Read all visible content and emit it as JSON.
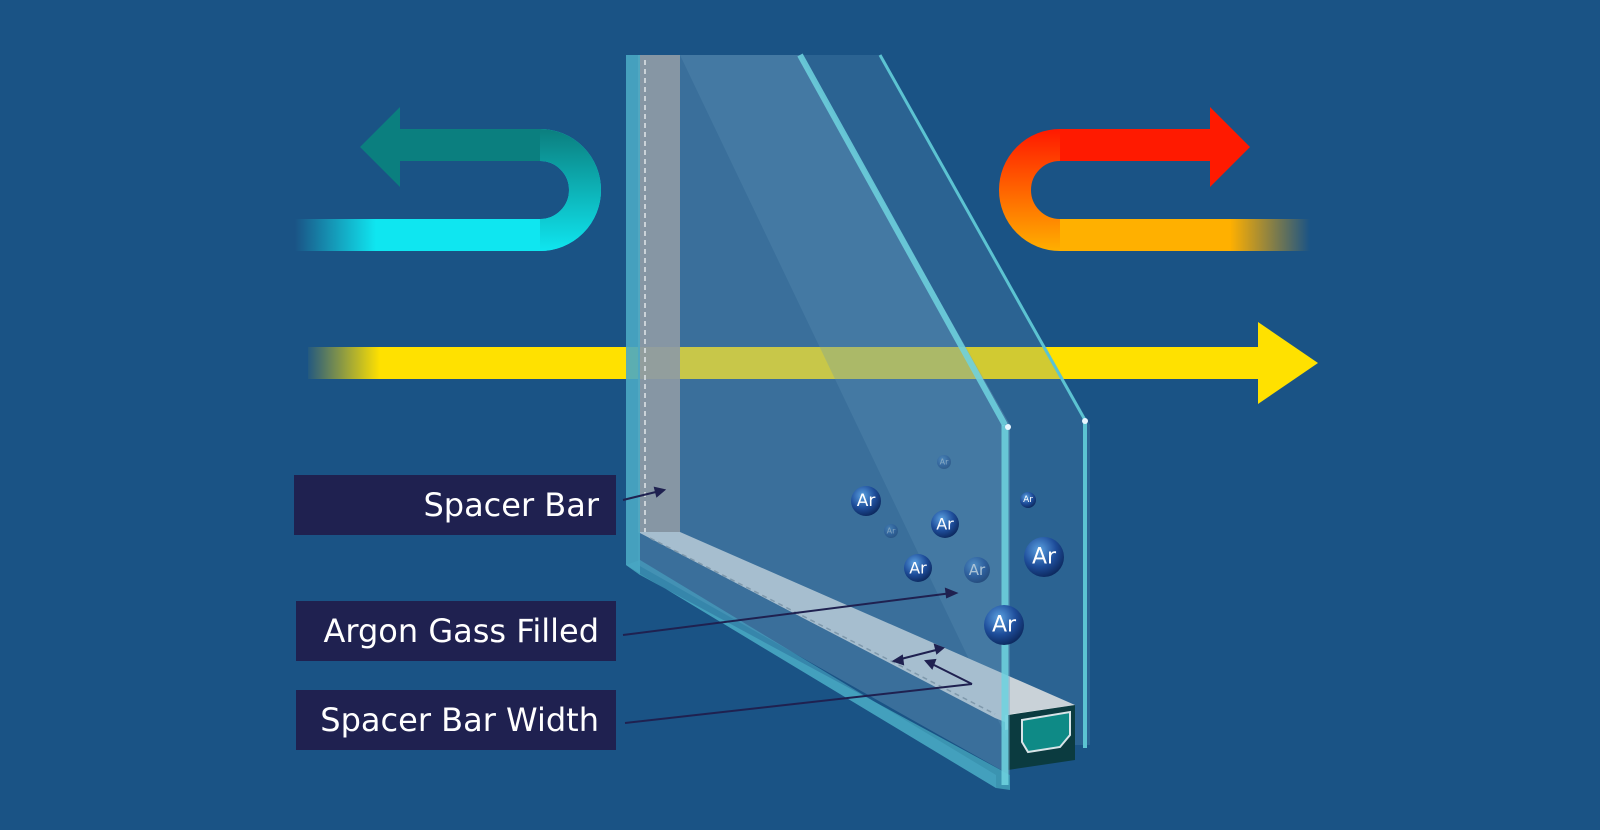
{
  "labels": {
    "spacer_bar": "Spacer Bar",
    "argon_gas": "Argon Gass Filled",
    "spacer_width": "Spacer Bar Width"
  },
  "gas_symbol": "Ar",
  "colors": {
    "background": "#1a5385",
    "label_bg": "#1f2150",
    "cold_arrow": "#0fe6f0",
    "warm_arrow_start": "#ff1a00",
    "warm_arrow_end": "#ffb400",
    "light_arrow": "#ffe100",
    "spacer": "#0e8a86"
  },
  "icons": [
    "reflected-cold-arrow-icon",
    "reflected-heat-arrow-icon",
    "light-transmission-arrow-icon"
  ]
}
